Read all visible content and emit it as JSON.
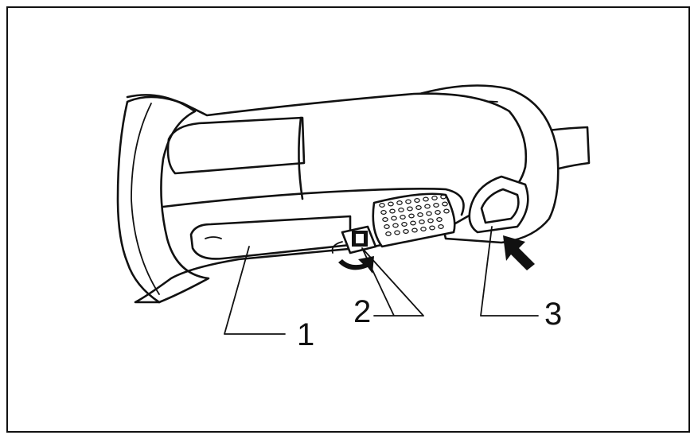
{
  "figure": {
    "callouts": [
      {
        "id": "1",
        "text": "1"
      },
      {
        "id": "2",
        "text": "2"
      },
      {
        "id": "3",
        "text": "3"
      }
    ]
  },
  "colors": {
    "line": "#111111",
    "background": "#ffffff"
  },
  "icons": [
    "grinder-illustration",
    "rotate-arrow-icon",
    "push-arrow-icon"
  ]
}
